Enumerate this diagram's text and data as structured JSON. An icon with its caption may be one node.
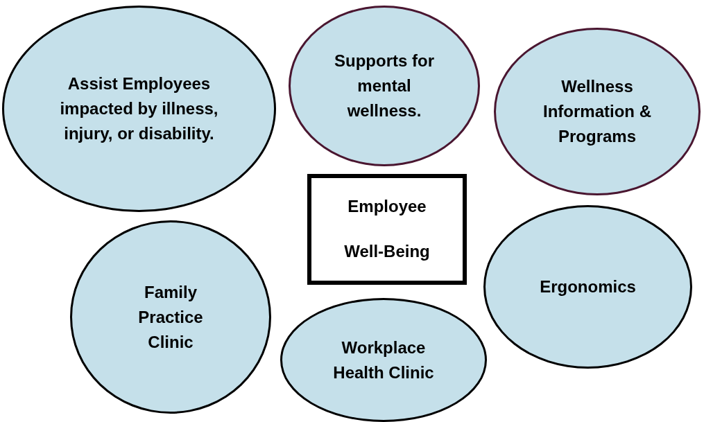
{
  "diagram": {
    "nodes": [
      {
        "text": [
          "Assist Employees impacted by illness, injury, or disability."
        ]
      },
      {
        "text": [
          "Supports for mental wellness."
        ]
      },
      {
        "text": [
          "Wellness Information & Programs"
        ]
      },
      {
        "text": [
          "Employee Well-Being"
        ]
      },
      {
        "text": [
          "Ergonomics"
        ]
      },
      {
        "text": [
          "Family Practice Clinic"
        ]
      },
      {
        "text": [
          "Workplace Health Clinic"
        ]
      }
    ],
    "edges": []
  }
}
